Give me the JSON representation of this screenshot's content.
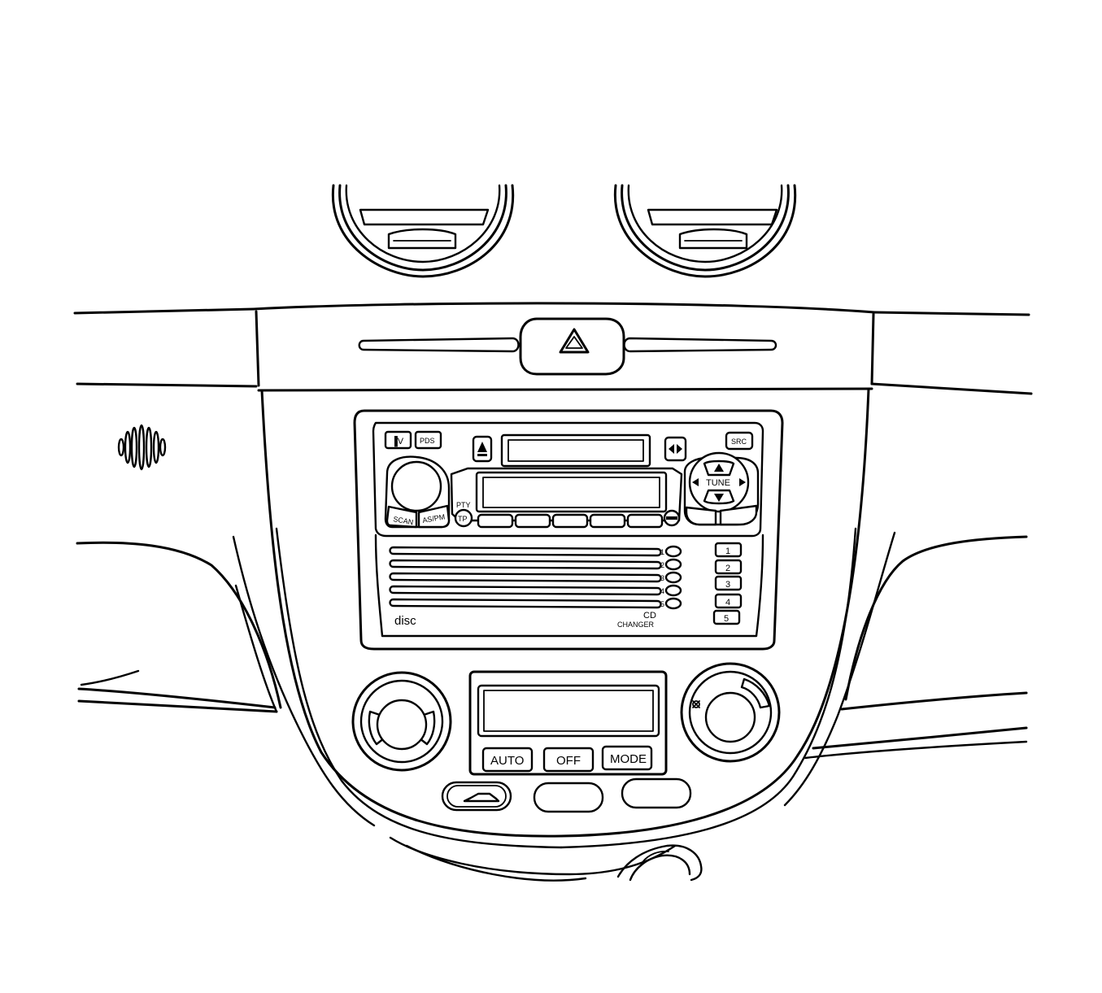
{
  "radio": {
    "tv_label": "▐V",
    "pds_label": "PDS",
    "src_label": "SRC",
    "pty_label": "PTY",
    "tp_label": "TP",
    "scan_label": "SCAN",
    "as_pm_label": "AS/PM",
    "tune_label": "TUNE",
    "disc_label": "disc",
    "cd_changer_line1": "CD",
    "cd_changer_line2": "CHANGER",
    "slot_numbers": [
      "1",
      "2",
      "3",
      "4",
      "5"
    ],
    "disc_buttons": [
      "1",
      "2",
      "3",
      "4",
      "5"
    ]
  },
  "climate": {
    "auto_label": "AUTO",
    "off_label": "OFF",
    "mode_label": "MODE"
  },
  "icons": [
    "hazard-icon",
    "eject-icon",
    "arrow-up-icon",
    "arrow-down-icon",
    "arrow-left-icon",
    "arrow-right-icon",
    "car-recirculation-icon",
    "speaker-grille-icon"
  ]
}
